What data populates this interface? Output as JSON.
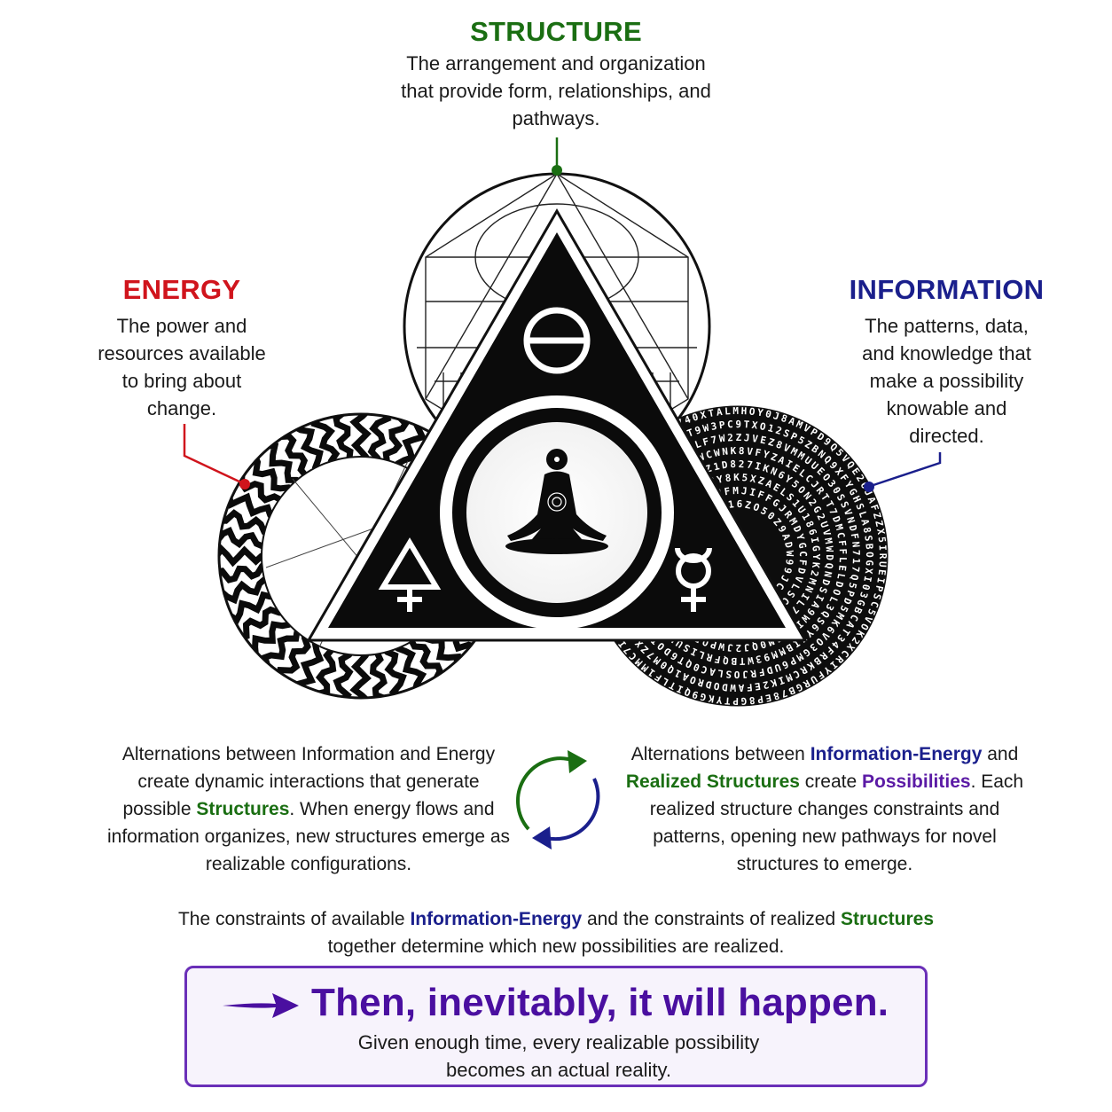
{
  "structure": {
    "title": "STRUCTURE",
    "description": "The arrangement and organization that provide form, relationships, and pathways."
  },
  "energy": {
    "title": "ENERGY",
    "description": "The power and resources available to bring about change."
  },
  "information": {
    "title": "INFORMATION",
    "description": "The patterns, data, and knowledge that make a possibility knowable and directed."
  },
  "left_paragraph": {
    "part1": "Alternations between Information and Energy create dynamic interactions that generate possible ",
    "highlight1": "Structures",
    "part2": ". When energy flows and information organizes, new structures emerge as realizable configurations."
  },
  "right_paragraph": {
    "part1": "Alternations between ",
    "highlight1": "Information-Energy",
    "part2": " and ",
    "highlight2": "Realized Structures",
    "part3": " create ",
    "highlight3": "Possibilities",
    "part4": ". Each realized structure changes constraints and patterns, opening new pathways for novel structures to emerge."
  },
  "bottom_paragraph": {
    "part1": "The constraints of available ",
    "highlight1": "Information-Energy",
    "part2": " and the constraints of realized ",
    "highlight2": "Structures",
    "part3": " together determine which new possibilities are realized."
  },
  "conclusion": {
    "headline": "Then, inevitably, it will happen.",
    "text": "Given enough time, every realizable possibility becomes an actual reality."
  },
  "colors": {
    "structure": "#1a6e12",
    "energy": "#d0141c",
    "information": "#1a1f8c",
    "possibilities": "#5b1aa5",
    "box_border": "#6a2fb8"
  },
  "icons": [
    "meditating-figure-icon",
    "theta-symbol-icon",
    "sulfur-symbol-icon",
    "mercury-symbol-icon",
    "cycle-arrows-icon",
    "right-arrow-icon"
  ]
}
